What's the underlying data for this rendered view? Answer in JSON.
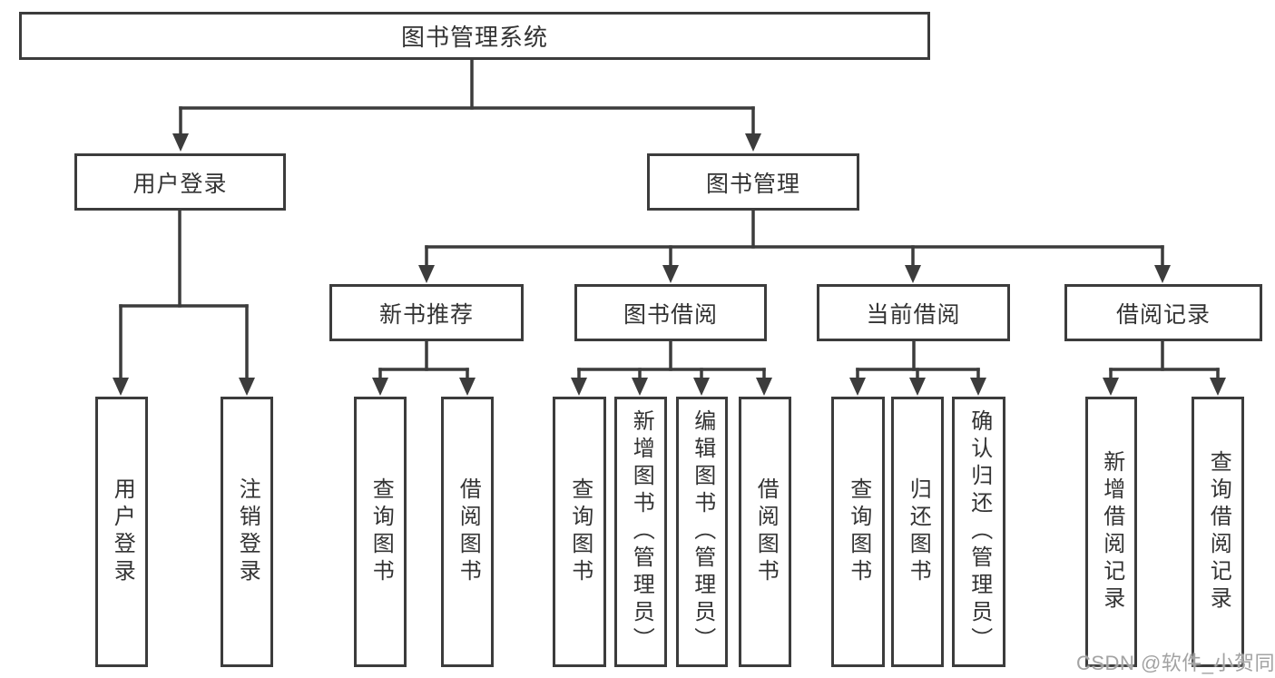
{
  "diagram": {
    "title": "图书管理系统",
    "colors": {
      "line": "#3c3c3c",
      "text": "#333333",
      "background": "#ffffff",
      "watermark": "#a3a3a3"
    },
    "tree": {
      "root": "图书管理系统",
      "level2": [
        {
          "label": "用户登录"
        },
        {
          "label": "图书管理"
        }
      ],
      "level3": [
        {
          "label": "新书推荐"
        },
        {
          "label": "图书借阅"
        },
        {
          "label": "当前借阅"
        },
        {
          "label": "借阅记录"
        }
      ],
      "leaves": {
        "user": [
          "用户登录",
          "注销登录"
        ],
        "newbook": [
          "查询图书",
          "借阅图书"
        ],
        "borrow": [
          "查询图书",
          "新增图书（管理员）",
          "编辑图书（管理员）",
          "借阅图书"
        ],
        "current": [
          "查询图书",
          "归还图书",
          "确认归还（管理员）"
        ],
        "record": [
          "新增借阅记录",
          "查询借阅记录"
        ]
      }
    },
    "watermark": {
      "text": "CSDN @软件_小贺同学"
    }
  }
}
